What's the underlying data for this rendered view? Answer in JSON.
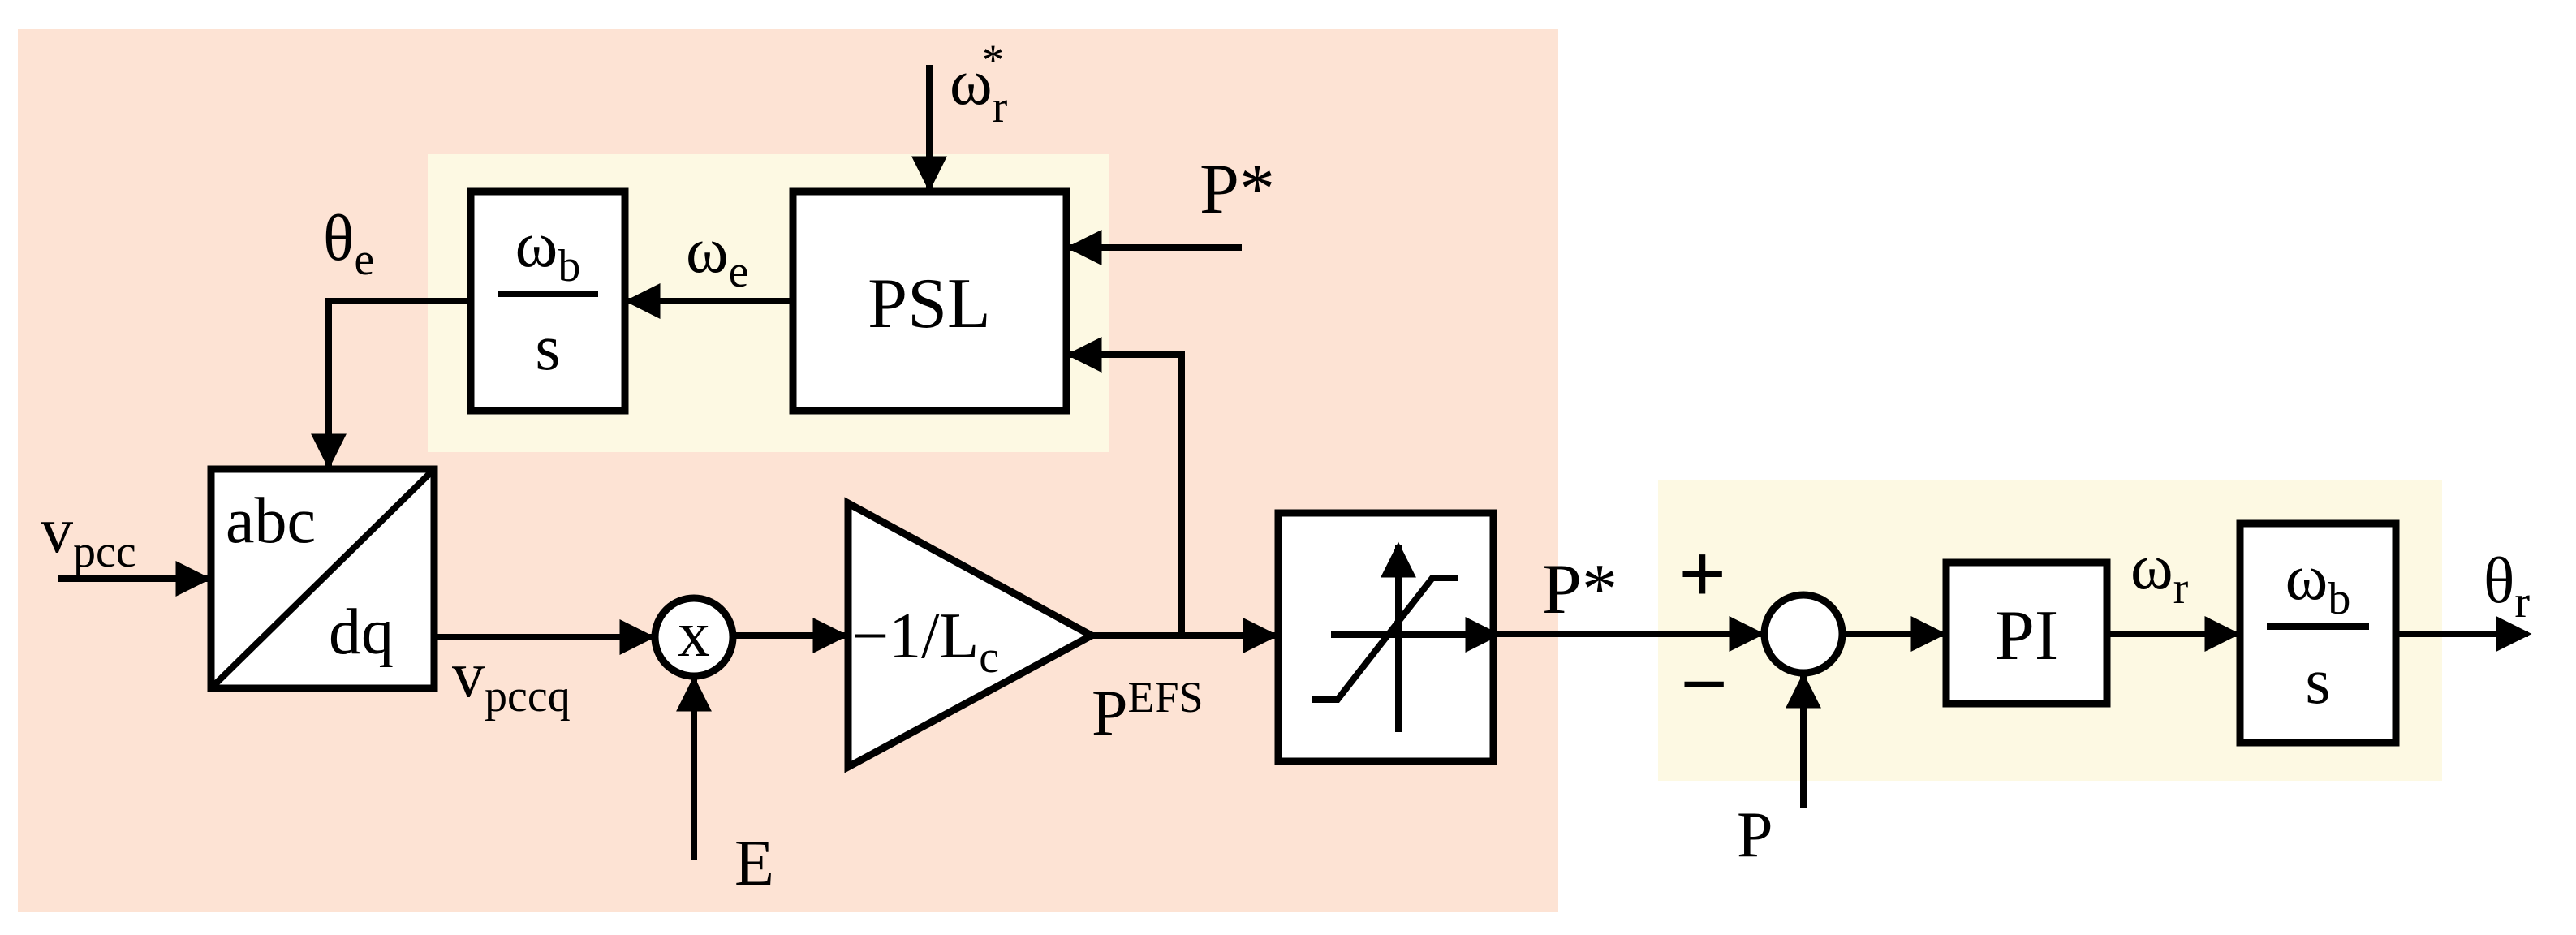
{
  "colors": {
    "controller_bg": "#fde3d4",
    "inner_bg": "#fdf9e3",
    "lines": "#000000"
  },
  "labels": {
    "omega_r_star": {
      "base": "ω",
      "sub": "r",
      "sup": "*"
    },
    "p_star_in": "P*",
    "psl": "PSL",
    "omega_e": {
      "base": "ω",
      "sub": "e"
    },
    "theta_e": {
      "base": "θ",
      "sub": "e"
    },
    "integrator_left": {
      "num_base": "ω",
      "num_sub": "b",
      "den": "s"
    },
    "v_pcc": {
      "base": "v",
      "sub": "pcc"
    },
    "abc": "abc",
    "dq": "dq",
    "v_pccq": {
      "base": "v",
      "sub": "pccq"
    },
    "multiplier": "x",
    "e": "E",
    "gain": {
      "prefix": "−1/L",
      "sub": "c"
    },
    "p_efs": {
      "base": "P",
      "sup": "EFS"
    },
    "p_star_out": "P*",
    "plus": "+",
    "minus": "−",
    "p": "P",
    "pi": "PI",
    "omega_r": {
      "base": "ω",
      "sub": "r"
    },
    "integrator_right": {
      "num_base": "ω",
      "num_sub": "b",
      "den": "s"
    },
    "theta_r": {
      "base": "θ",
      "sub": "r"
    }
  }
}
